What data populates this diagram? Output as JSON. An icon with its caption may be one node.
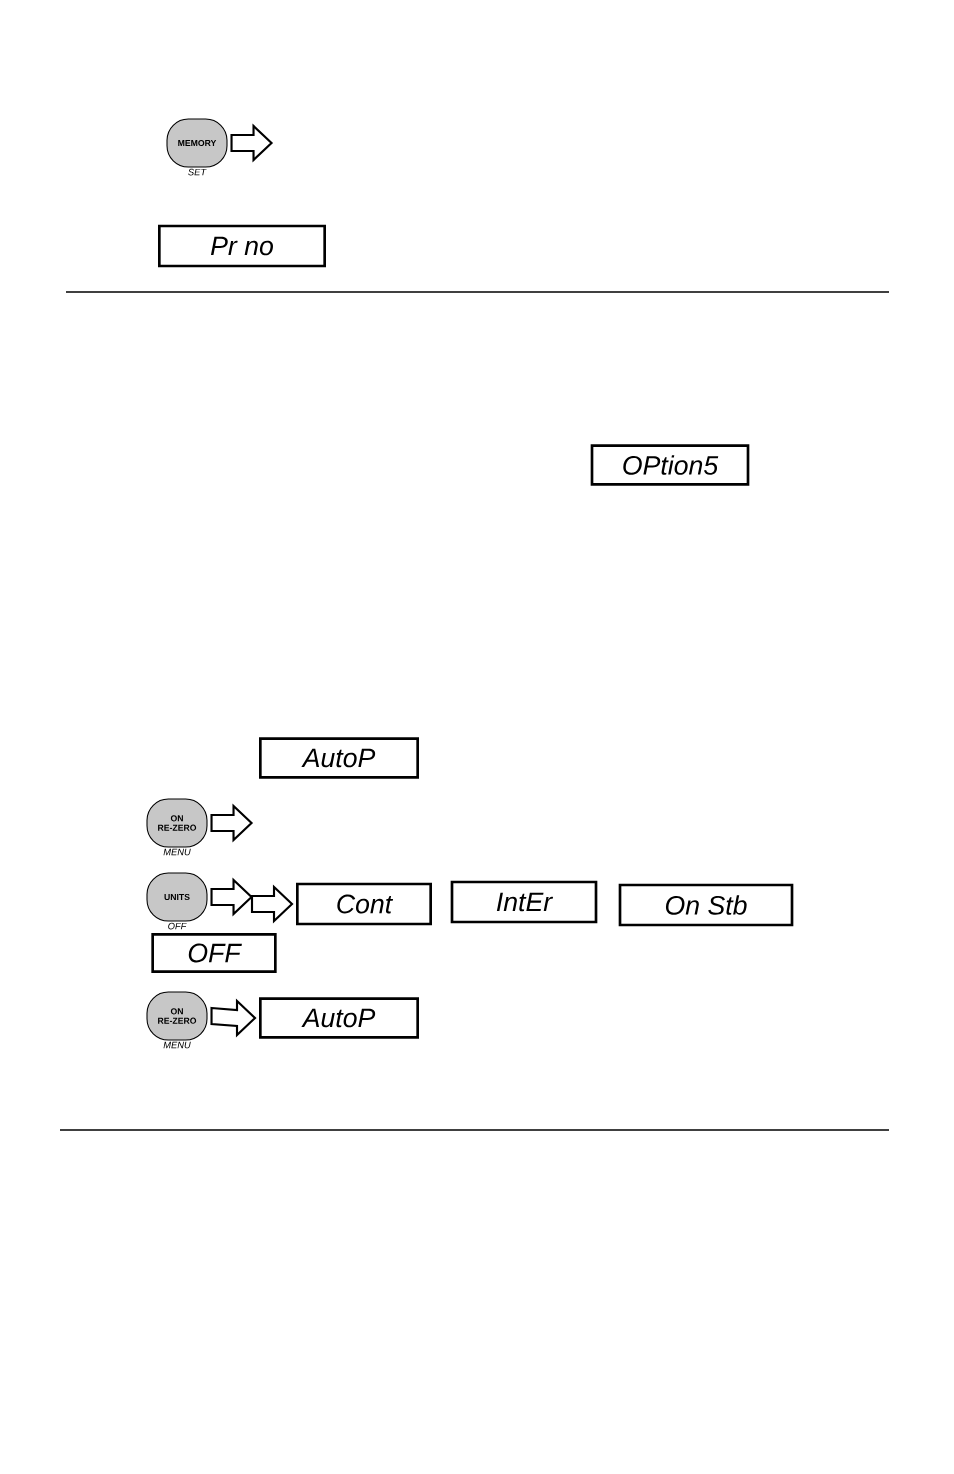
{
  "diagram": {
    "nodes": [
      {
        "text": [
          "MEMORY"
        ],
        "beside": [
          "SET"
        ]
      },
      {
        "text": [
          "Pr no"
        ]
      },
      {
        "text": [
          "OPtion5"
        ]
      },
      {
        "text": [
          "AutoP"
        ]
      },
      {
        "text": [
          "ON RE-ZERO"
        ],
        "beside": [
          "MENU"
        ]
      },
      {
        "text": [
          "UNITS"
        ],
        "beside": [
          "OFF"
        ]
      },
      {
        "text": [
          "Cont"
        ]
      },
      {
        "text": [
          "IntEr"
        ]
      },
      {
        "text": [
          "On Stb"
        ]
      },
      {
        "text": [
          "OFF"
        ]
      },
      {
        "text": [
          "ON RE-ZERO"
        ],
        "beside": [
          "MENU"
        ]
      },
      {
        "text": [
          "AutoP"
        ]
      }
    ],
    "edges": [
      {
        "from": 0,
        "to": null,
        "arrow": "to"
      },
      {
        "from": 4,
        "to": null,
        "arrow": "to"
      },
      {
        "from": 5,
        "to": null,
        "arrow": "to"
      },
      {
        "from": null,
        "to": 6,
        "arrow": "to"
      },
      {
        "from": 10,
        "to": 11,
        "arrow": "to"
      }
    ]
  }
}
